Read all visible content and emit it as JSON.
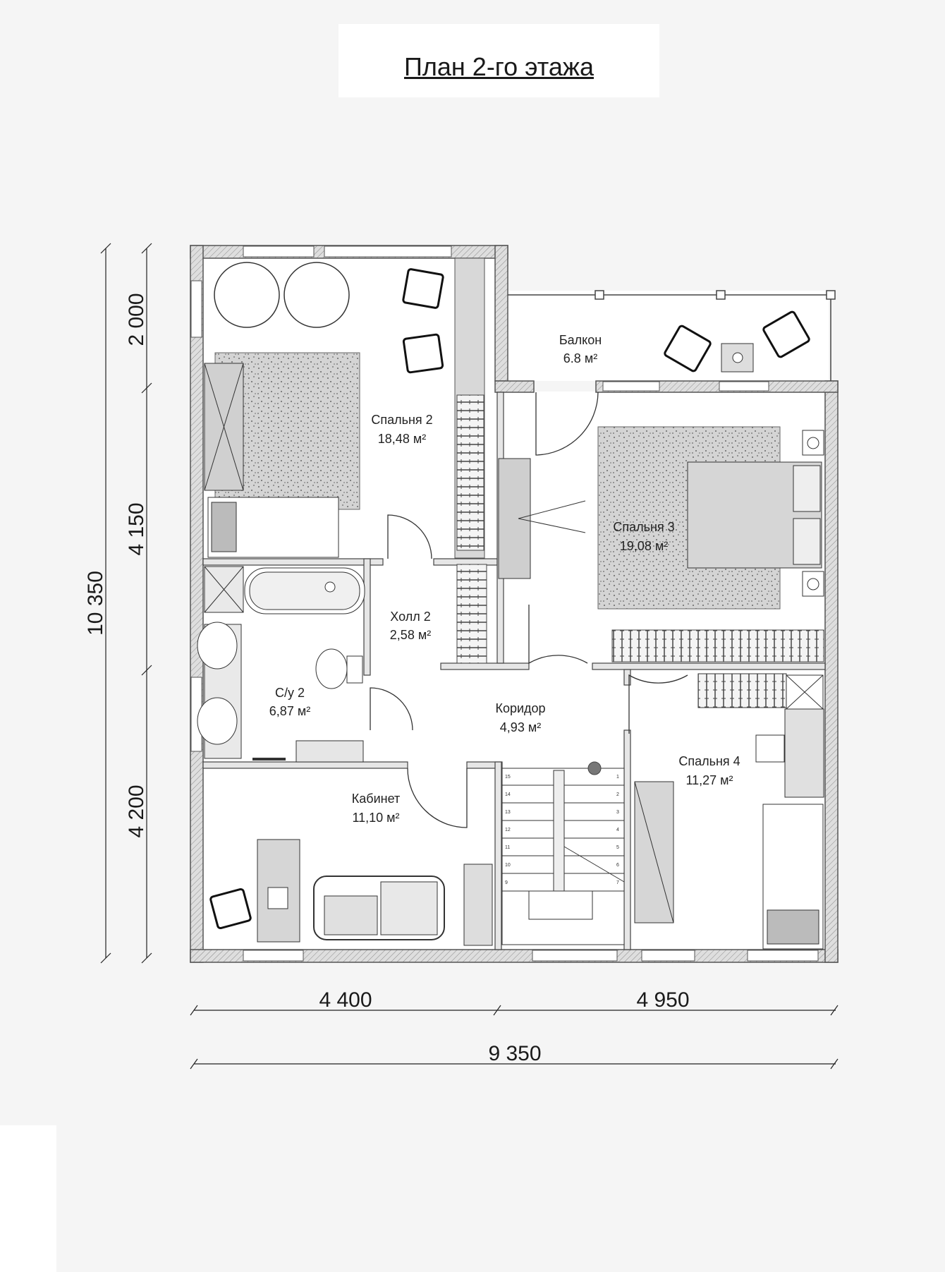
{
  "title": "План 2-го этажа",
  "rooms": {
    "bedroom2": {
      "name": "Спальня 2",
      "area": "18,48 м²"
    },
    "balcony": {
      "name": "Балкон",
      "area": "6.8 м²"
    },
    "bedroom3": {
      "name": "Спальня 3",
      "area": "19,08 м²"
    },
    "hall2": {
      "name": "Холл 2",
      "area": "2,58 м²"
    },
    "bath2": {
      "name": "С/у 2",
      "area": "6,87 м²"
    },
    "corridor": {
      "name": "Коридор",
      "area": "4,93 м²"
    },
    "bedroom4": {
      "name": "Спальня 4",
      "area": "11,27 м²"
    },
    "office": {
      "name": "Кабинет",
      "area": "11,10 м²"
    }
  },
  "dimensions": {
    "bottom_left": "4 400",
    "bottom_right": "4 950",
    "bottom_total": "9 350",
    "left_top": "2 000",
    "left_middle": "4 150",
    "left_bottom": "4 200",
    "left_total": "10 350"
  },
  "stairs": {
    "left_steps": [
      "15",
      "14",
      "13",
      "12",
      "11",
      "10",
      "9"
    ],
    "right_steps": [
      "1",
      "2",
      "3",
      "4",
      "5",
      "6",
      "7"
    ]
  },
  "colors": {
    "wall_fill": "#d9d9d9",
    "wall_stroke": "#555555",
    "carpet": "#c9c9c9",
    "floor": "#ffffff",
    "line": "#222222"
  }
}
